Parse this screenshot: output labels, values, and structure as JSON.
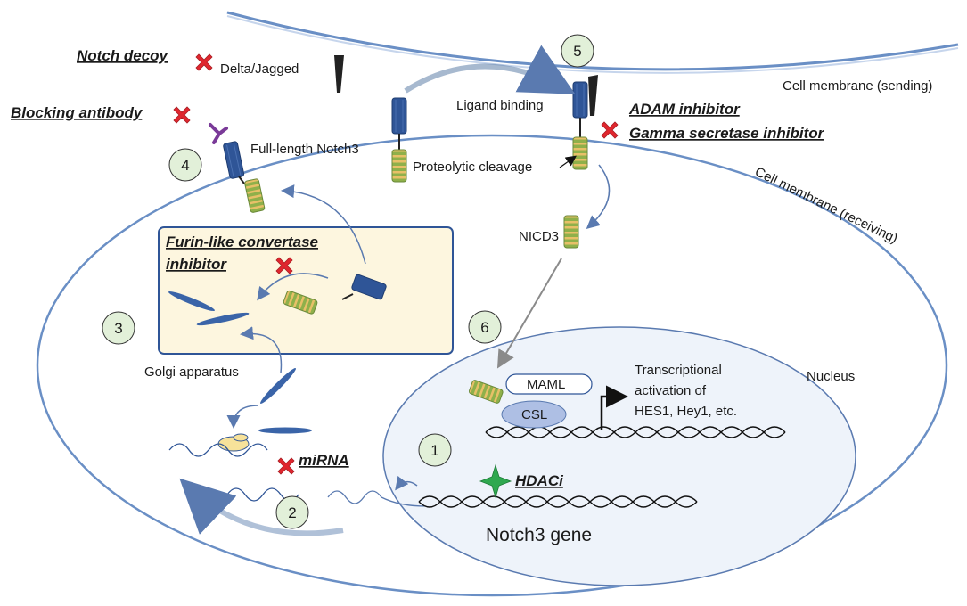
{
  "labels": {
    "notch_decoy": "Notch decoy",
    "delta_jagged": "Delta/Jagged",
    "blocking_antibody": "Blocking antibody",
    "full_length_notch3": "Full-length Notch3",
    "ligand_binding": "Ligand binding",
    "adam_inhibitor": "ADAM inhibitor",
    "gamma_secretase_inhibitor": "Gamma secretase inhibitor",
    "cell_membrane_sending": "Cell membrane (sending)",
    "proteolytic_cleavage": "Proteolytic cleavage",
    "cell_membrane_receiving": "Cell membrane (receiving)",
    "nicd3": "NICD3",
    "furin_inhibitor_line1": "Furin-like convertase",
    "furin_inhibitor_line2": "inhibitor",
    "golgi_apparatus": "Golgi apparatus",
    "maml": "MAML",
    "csl": "CSL",
    "transcription_line1": "Transcriptional",
    "transcription_line2": "activation of",
    "transcription_line3": "HES1, Hey1, etc.",
    "nucleus": "Nucleus",
    "mirna": "miRNA",
    "hdaci": "HDACi",
    "notch3_gene": "Notch3 gene"
  },
  "steps": [
    "1",
    "2",
    "3",
    "4",
    "5",
    "6"
  ],
  "colors": {
    "membrane": "#6a8fc5",
    "receptor_blue": "#2f5597",
    "receptor_green": "#8fb04a",
    "receptor_stripe": "#e8c068",
    "inhibit_red": "#e0262e",
    "step_circle_fill": "#e2f0d9",
    "nucleus_fill": "#eef3fa",
    "golgi_box_fill": "#fdf6df",
    "hdaci_star": "#2fa84f",
    "antibody": "#7a3a98"
  }
}
